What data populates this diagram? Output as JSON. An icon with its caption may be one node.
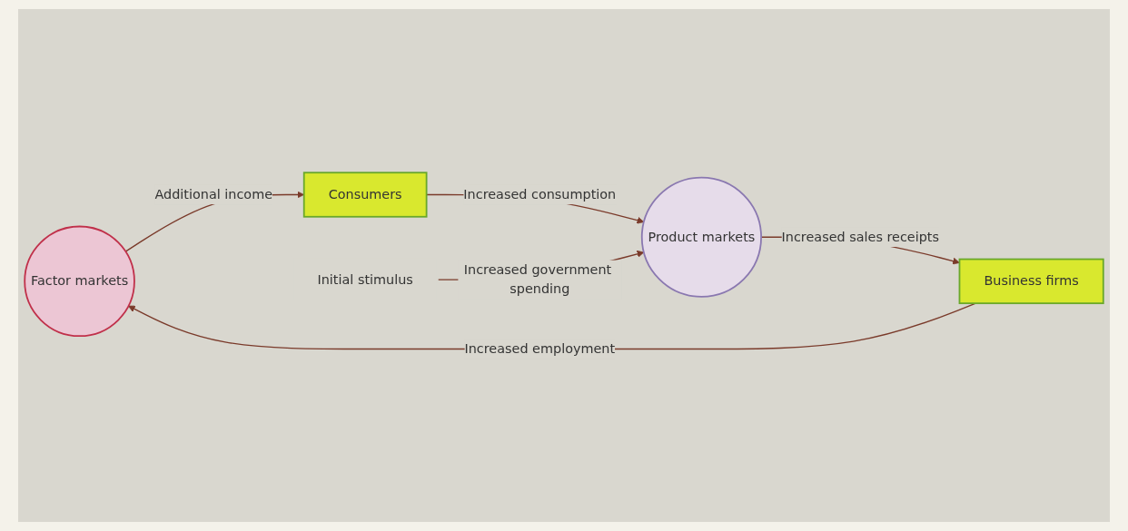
{
  "diagram": {
    "nodes": [
      {
        "text": [
          "Factor markets"
        ]
      },
      {
        "text": [
          "Consumers"
        ]
      },
      {
        "text": [
          "Product markets"
        ]
      },
      {
        "text": [
          "Business firms"
        ]
      },
      {
        "text": [
          "Initial stimulus"
        ]
      }
    ],
    "edges": [
      {
        "from": 0,
        "to": 1,
        "label": "Additional income",
        "arrow": "to"
      },
      {
        "from": 1,
        "to": 2,
        "label": "Increased consumption",
        "arrow": "to"
      },
      {
        "from": 4,
        "to": 2,
        "label": "Increased government spending",
        "arrow": "to"
      },
      {
        "from": 2,
        "to": 3,
        "label": "Increased sales receipts",
        "arrow": "to"
      },
      {
        "from": 3,
        "to": 0,
        "label": "Increased employment",
        "arrow": "to"
      }
    ]
  }
}
